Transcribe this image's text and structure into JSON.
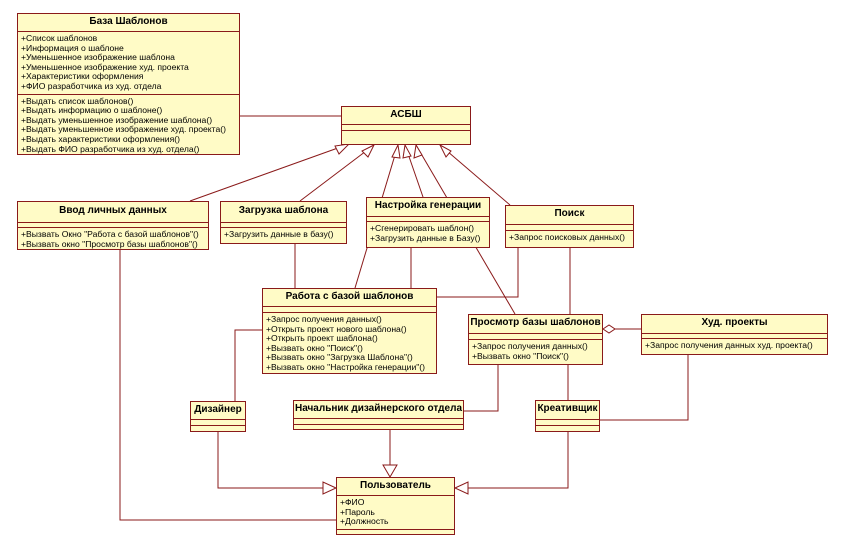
{
  "classes": {
    "baza": {
      "name": "База Шаблонов",
      "attributes": [
        "+Список шаблонов",
        "+Информация о шаблоне",
        "+Уменьшенное изображение шаблона",
        "+Уменьшенное изображение худ. проекта",
        "+Характеристики оформления",
        "+ФИО разработчика из худ. отдела"
      ],
      "methods": [
        "+Выдать список шаблонов()",
        "+Выдать информацию о шаблоне()",
        "+Выдать уменьшенное изображение шаблона()",
        "+Выдать уменьшенное изображение худ. проекта()",
        "+Выдать характеристики оформления()",
        "+Выдать ФИО разработчика из худ. отдела()"
      ]
    },
    "asbsh": {
      "name": "АСБШ",
      "attributes": [],
      "methods": []
    },
    "vvod": {
      "name": "Ввод личных данных",
      "attributes": [],
      "methods": [
        "+Вызвать Окно \"Работа с базой шаблонов\"()",
        "+Вызвать окно \"Просмотр базы шаблонов\"()"
      ]
    },
    "zagruzka": {
      "name": "Загрузка шаблона",
      "attributes": [],
      "methods": [
        "+Загрузить данные в базу()"
      ]
    },
    "nastroika": {
      "name": "Настройка генерации",
      "attributes": [],
      "methods": [
        "+Сгенерировать шаблон()",
        "+Загрузить данные в Базу()"
      ]
    },
    "poisk": {
      "name": "Поиск",
      "attributes": [],
      "methods": [
        "+Запрос поисковых данных()"
      ]
    },
    "rabota": {
      "name": "Работа с базой шаблонов",
      "attributes": [],
      "methods": [
        "+Запрос получения данных()",
        "+Открыть проект нового шаблона()",
        "+Открыть проект шаблона()",
        "+Вызвать окно \"Поиск\"()",
        "+Вызвать окно \"Загрузка Шаблона\"()",
        "+Вызвать окно \"Настройка генерации\"()"
      ]
    },
    "prosmotr": {
      "name": "Просмотр базы шаблонов",
      "attributes": [],
      "methods": [
        "+Запрос получения данных()",
        "+Вызвать окно \"Поиск\"()"
      ]
    },
    "hud": {
      "name": "Худ. проекты",
      "attributes": [],
      "methods": [
        "+Запрос получения данных худ. проекта()"
      ]
    },
    "dizainer": {
      "name": "Дизайнер",
      "attributes": [],
      "methods": []
    },
    "nachalnik": {
      "name": "Начальник дизайнерского отдела",
      "attributes": [],
      "methods": []
    },
    "kreativ": {
      "name": "Креативщик",
      "attributes": [],
      "methods": []
    },
    "polzovatel": {
      "name": "Пользователь",
      "attributes": [
        "+ФИО",
        "+Пароль",
        "+Должность"
      ],
      "methods": []
    }
  },
  "colors": {
    "line": "#8a1a1a",
    "fill": "#fffbc6"
  }
}
